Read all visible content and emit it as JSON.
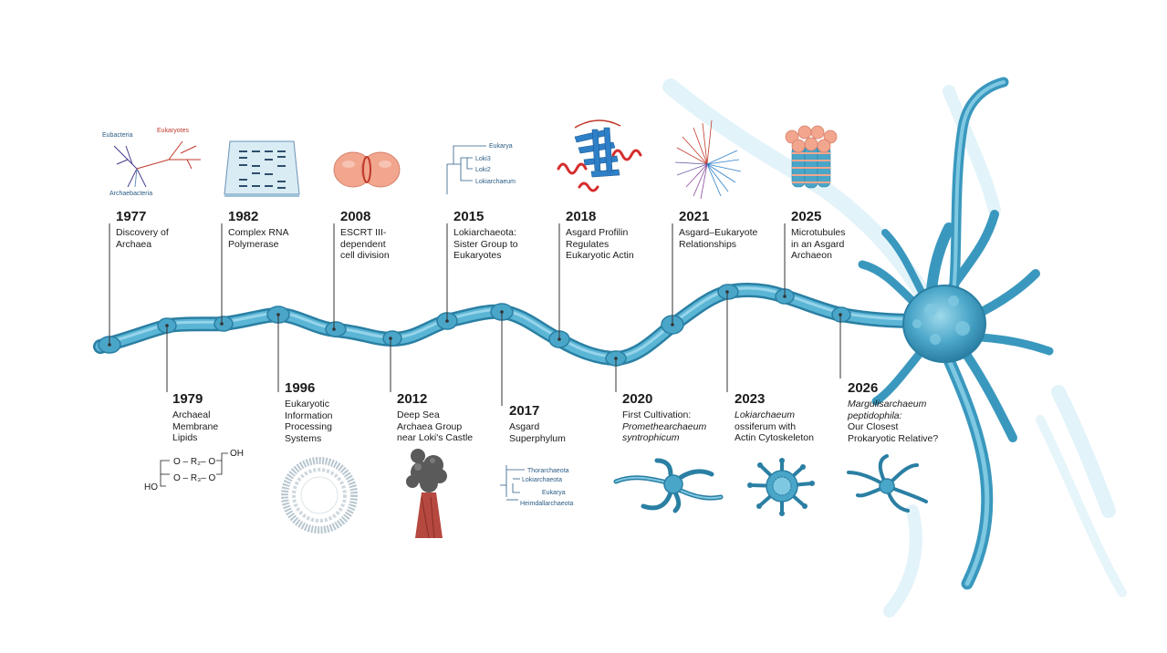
{
  "colors": {
    "cell_blue": "#4aa6c8",
    "cell_light": "#8fd0e6",
    "cell_dark": "#2a7fa3",
    "tree_text": "#2b5d86",
    "tree_red": "#c0392b",
    "connector": "#333333"
  },
  "events": [
    {
      "year": "1977",
      "desc": [
        "Discovery of",
        "Archaea"
      ]
    },
    {
      "year": "1979",
      "desc": [
        "Archaeal",
        "Membrane",
        "Lipids"
      ]
    },
    {
      "year": "1982",
      "desc": [
        "Complex RNA",
        "Polymerase"
      ]
    },
    {
      "year": "1996",
      "desc": [
        "Eukaryotic",
        "Information",
        "Processing",
        "Systems"
      ]
    },
    {
      "year": "2008",
      "desc": [
        "ESCRT III-",
        "dependent",
        "cell division"
      ]
    },
    {
      "year": "2012",
      "desc": [
        "Deep Sea",
        "Archaea Group",
        "near Loki's Castle"
      ]
    },
    {
      "year": "2015",
      "desc": [
        "Lokiarchaeota:",
        "Sister Group to",
        "Eukaryotes"
      ]
    },
    {
      "year": "2017",
      "desc": [
        "Asgard",
        "Superphylum"
      ]
    },
    {
      "year": "2018",
      "desc": [
        "Asgard Profilin",
        "Regulates",
        "Eukaryotic Actin"
      ]
    },
    {
      "year": "2020",
      "desc": [
        "First Cultivation:",
        "Promethearchaeum",
        "syntrophicum"
      ]
    },
    {
      "year": "2021",
      "desc": [
        "Asgard–Eukaryote",
        "Relationships"
      ]
    },
    {
      "year": "2023",
      "desc": [
        "Lokiarchaeum",
        "ossiferum with",
        "Actin Cytoskeleton"
      ]
    },
    {
      "year": "2025",
      "desc": [
        "Microtubules",
        "in an Asgard",
        "Archaeon"
      ]
    },
    {
      "year": "2026",
      "desc": [
        "Margulisarchaeum",
        "peptidophila:",
        "Our Closest",
        "Prokaryotic Relative?"
      ]
    }
  ],
  "icon_labels": {
    "tree_1977": {
      "eubacteria": "Eubacteria",
      "eukaryotes": "Eukaryotes",
      "archaebacteria": "Archaebacteria"
    },
    "lipid_1979": {
      "oh": "OH",
      "ho": "HO",
      "row1": "O – R₂– O",
      "row2": "O – R₃– O"
    },
    "tree_2015": {
      "a": "Eukarya",
      "b": "Loki3",
      "c": "Loki2",
      "d": "Lokiarchaeum"
    },
    "tree_2017": {
      "a": "Thorarchaeota",
      "b": "Lokiarchaeota",
      "c": "Eukarya",
      "d": "Heimdallarchaeota"
    }
  }
}
